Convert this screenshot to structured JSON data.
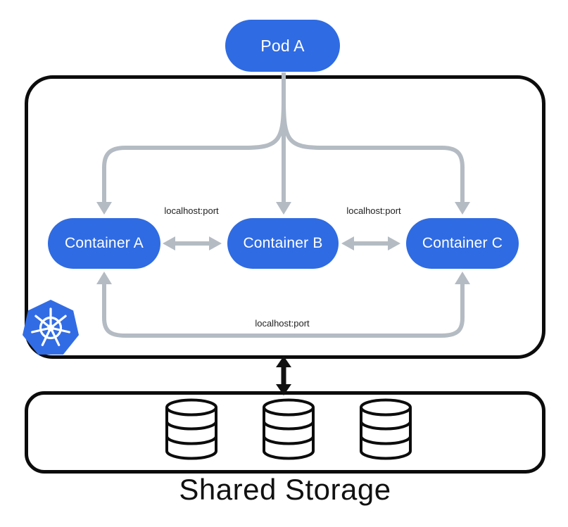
{
  "diagram": {
    "pod": {
      "label": "Pod A"
    },
    "containers": [
      {
        "label": "Container A"
      },
      {
        "label": "Container B"
      },
      {
        "label": "Container C"
      }
    ],
    "links": {
      "ab_label": "localhost:port",
      "bc_label": "localhost:port",
      "loop_label": "localhost:port"
    },
    "storage": {
      "label": "Shared Storage",
      "database_icon_count": 3
    },
    "icons": {
      "kubernetes_logo": "kubernetes-wheel",
      "database": "database-cylinder"
    },
    "colors": {
      "pill_blue": "#2f6be2",
      "arrow_gray": "#b4bbc3",
      "outline_black": "#0c0c0c",
      "kubernetes_blue": "#326ce5"
    }
  }
}
